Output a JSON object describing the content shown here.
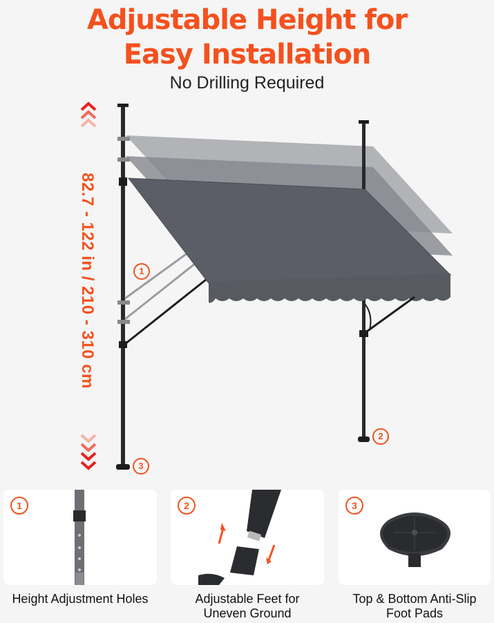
{
  "header": {
    "title_line1": "Adjustable Height for",
    "title_line2": "Easy Installation",
    "subtitle": "No Drilling Required"
  },
  "dimension": {
    "label": "82.7 - 122 in / 210 - 310 cm"
  },
  "colors": {
    "accent": "#f4511e",
    "awning_fabric": "#5b5e66",
    "pole": "#2a2a2a",
    "background": "#f5f5f5"
  },
  "markers": {
    "one": "1",
    "two": "2",
    "three": "3"
  },
  "features": [
    {
      "number": "1",
      "caption": "Height Adjustment Holes"
    },
    {
      "number": "2",
      "caption_line1": "Adjustable Feet for",
      "caption_line2": "Uneven Ground"
    },
    {
      "number": "3",
      "caption_line1": "Top & Bottom Anti-Slip",
      "caption_line2": "Foot Pads"
    }
  ]
}
